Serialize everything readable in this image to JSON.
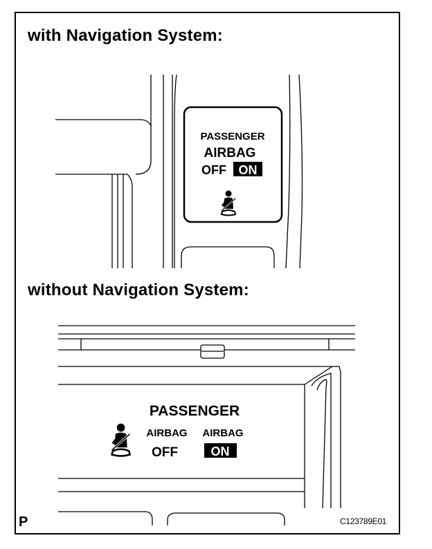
{
  "figure": {
    "heading_with_nav": "with Navigation System:",
    "heading_without_nav": "without Navigation System:",
    "panel_with_nav": {
      "line1": "PASSENGER",
      "line2": "AIRBAG",
      "off": "OFF",
      "on": "ON"
    },
    "panel_without_nav": {
      "title": "PASSENGER",
      "airbag_off_label": "AIRBAG",
      "off": "OFF",
      "airbag_on_label": "AIRBAG",
      "on": "ON"
    },
    "corner_letter": "P",
    "figure_code": "C123789E01",
    "icons": [
      "seatbelt-person-icon"
    ]
  }
}
